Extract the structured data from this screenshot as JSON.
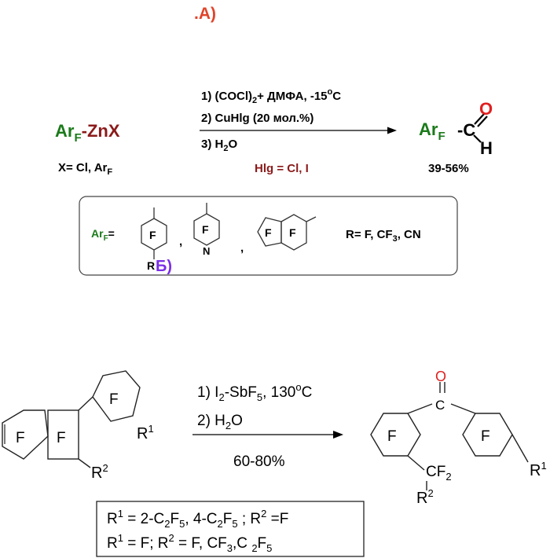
{
  "colors": {
    "red": "#e0442a",
    "purple": "#7a2ee6",
    "green": "#1a7a1a",
    "maroon": "#8b1a1a",
    "black": "#000000",
    "oxygen": "#e02020"
  },
  "part_a": {
    "label": ".А)"
  },
  "reaction1": {
    "reactant_main": "Ar",
    "reactant_sub": "F",
    "reactant_link": "-",
    "reactant_rest": "ZnX",
    "x_def_prefix": "X=  Cl, Ar",
    "x_def_sub": "F",
    "step1_a": "1) (COCl)",
    "step1_sub": "2",
    "step1_b": "+  ДМФА, -15",
    "step1_sup": "o",
    "step1_c": "C",
    "step2": "2) CuHlg (20 мол.%)",
    "step3_a": "3) H",
    "step3_sub": "2",
    "step3_b": "O",
    "hlg_note": "Hlg = Cl, I",
    "product_ar": "Ar",
    "product_sub": "F",
    "product_c": "-C",
    "product_o": "O",
    "product_h": "H",
    "yield": "39-56%"
  },
  "box_b": {
    "arf_main": "Ar",
    "arf_sub": "F",
    "arf_eq": "=",
    "ring_f": "F",
    "ring_n": "N",
    "r_label": "R",
    "b_label": "Б)",
    "comma": ",",
    "r_def_a": "R=  F, CF",
    "r_def_sub": "3",
    "r_def_b": ", CN"
  },
  "reaction2": {
    "ring_f": "F",
    "r1": "R",
    "r1_sup": "1",
    "r2": "R",
    "r2_sup": "2",
    "step1_a": "1) I",
    "step1_sub": "2",
    "step1_b": "-SbF",
    "step1_sub2": "5",
    "step1_c": ", 130",
    "step1_sup": "o",
    "step1_d": "C",
    "step2_a": "2) H",
    "step2_sub": "2",
    "step2_b": "O",
    "yield": "60-80%",
    "product_o": "O",
    "product_c": "C",
    "cf2": "CF",
    "cf2_sub": "2",
    "r1_product": "R",
    "r1_product_sup": "1"
  },
  "conditions_box": {
    "line1_a": "R",
    "line1_sup1": "1",
    "line1_b": " = 2-C",
    "line1_sub1": "2",
    "line1_c": "F",
    "line1_sub2": "5",
    "line1_d": ", 4-C",
    "line1_sub3": "2",
    "line1_e": "F",
    "line1_sub4": "5",
    "line1_f": " ;  R",
    "line1_sup2": "2",
    "line1_g": " =F",
    "line2_a": "R",
    "line2_sup1": "1",
    "line2_b": " = F;  R",
    "line2_sup2": "2",
    "line2_c": " = F, CF",
    "line2_sub1": "3",
    "line2_d": ",C ",
    "line2_sub2": "2",
    "line2_e": "F",
    "line2_sub3": "5"
  }
}
